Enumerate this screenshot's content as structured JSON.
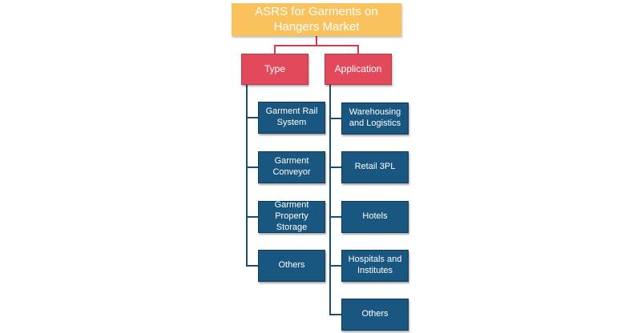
{
  "diagram": {
    "root": "ASRS for Garments on Hangers Market",
    "type": {
      "label": "Type",
      "items": [
        "Garment Rail System",
        "Garment Conveyor",
        "Garment Property Storage",
        "Others"
      ]
    },
    "application": {
      "label": "Application",
      "items": [
        "Warehousing and Logistics",
        "Retail 3PL",
        "Hotels",
        "Hospitals and Institutes",
        "Others"
      ]
    }
  },
  "colors": {
    "root": "#f9c25c",
    "category": "#e24a5c",
    "leaf": "#1a5780",
    "connector": "#1b4f72"
  }
}
